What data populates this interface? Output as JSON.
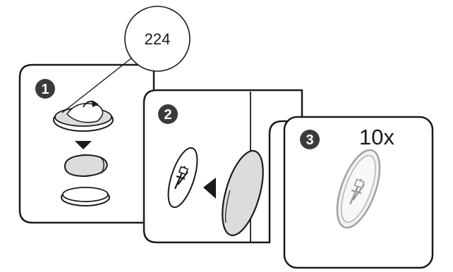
{
  "callout": {
    "label": "224"
  },
  "steps": [
    {
      "number": "1"
    },
    {
      "number": "2"
    },
    {
      "number": "3",
      "note": "10x"
    }
  ],
  "colors": {
    "stroke": "#1a1a1a",
    "badge": "#3a3a3a",
    "disc_fill": "#dcdcdc",
    "faded": "#9a9a9a",
    "background": "#ffffff"
  }
}
